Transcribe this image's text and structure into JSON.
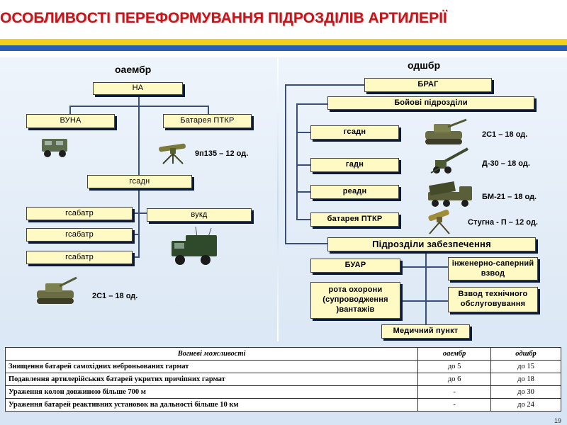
{
  "title": "ОСОБЛИВОСТІ ПЕРЕФОРМУВАННЯ ПІДРОЗДІЛІВ АРТИЛЕРІЇ",
  "colors": {
    "title": "#c0161c",
    "flag_yellow": "#f3d01a",
    "flag_blue": "#2a5fb8",
    "box_fill": "#fff9c4"
  },
  "left": {
    "heading": "оаембр",
    "na": "НА",
    "vuna": "ВУНА",
    "ptkr": "Батарея ПТКР",
    "ptkr_qty": "9п135 – 12 од.",
    "gsadn": "гсадн",
    "gsabat_1": "гсабатр",
    "gsabat_2": "гсабатр",
    "gsabat_3": "гсабатр",
    "vukd": "вукд",
    "sau_qty": "2С1 – 18 од."
  },
  "right": {
    "heading": "одшбр",
    "brag": "БРАГ",
    "combat": "Бойові підрозділи",
    "gsadn": "гсадн",
    "gadn": "гадн",
    "readn": "реадн",
    "ptkr": "батарея ПТКР",
    "qty_2s1": "2С1 – 18 од.",
    "qty_d30": "Д-30 – 18 од.",
    "qty_bm21": "БМ-21 – 18 од.",
    "qty_stugna": "Стугна - П – 12 од.",
    "support": "Підрозділи забезпечення",
    "buar": "БУАР",
    "engineer": "інженерно-саперний взвод",
    "guard": "рота охорони (супроводження )вантажів",
    "maintenance": "Взвод технічного обслуговування",
    "medical": "Медичний пункт"
  },
  "table": {
    "headers": [
      "Вогневі можливості",
      "оаембр",
      "одшбр"
    ],
    "rows": [
      [
        "Знищення батарей самохідних неброньованих гармат",
        "до 5",
        "до 15"
      ],
      [
        "Подавлення артилерійських батарей укритих причіпних гармат",
        "до 6",
        "до 18"
      ],
      [
        "Ураження колон довжиною більше 700 м",
        "-",
        "до 30"
      ],
      [
        "Ураження батарей реактивних установок на дальності більше 10 км",
        "-",
        "до 24"
      ]
    ]
  },
  "icons": [
    "truck-icon",
    "atgm-launcher-icon",
    "command-vehicle-icon",
    "sp-howitzer-icon",
    "towed-howitzer-icon",
    "rocket-launcher-icon"
  ],
  "page_number": "19"
}
